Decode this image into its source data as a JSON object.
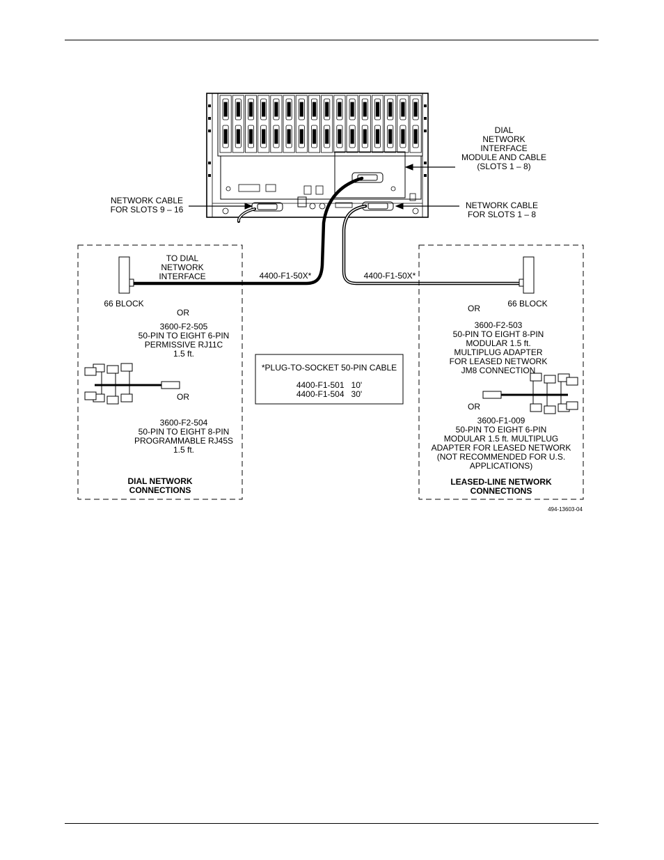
{
  "figure": {
    "figure_id": "494-13603-04",
    "dial_network_interface_label": [
      "DIAL",
      "NETWORK",
      "INTERFACE",
      "MODULE AND CABLE",
      "(SLOTS 1 – 8)"
    ],
    "network_cable_slots_9_16": [
      "NETWORK CABLE",
      "FOR SLOTS 9 – 16"
    ],
    "network_cable_slots_1_8": [
      "NETWORK CABLE",
      "FOR SLOTS 1 – 8"
    ],
    "cable_left_label": "4400-F1-50X*",
    "cable_right_label": "4400-F1-50X*",
    "dial_panel": {
      "to_dial": [
        "TO DIAL",
        "NETWORK",
        "INTERFACE"
      ],
      "block_label": "66 BLOCK",
      "or_1": "OR",
      "adapter_1": [
        "3600-F2-505",
        "50-PIN TO EIGHT 6-PIN",
        "PERMISSIVE RJ11C",
        "1.5 ft."
      ],
      "or_2": "OR",
      "adapter_2": [
        "3600-F2-504",
        "50-PIN TO EIGHT 8-PIN",
        "PROGRAMMABLE RJ45S",
        "1.5 ft."
      ],
      "title": [
        "DIAL NETWORK",
        "CONNECTIONS"
      ]
    },
    "leased_panel": {
      "block_label": "66 BLOCK",
      "or_1": "OR",
      "adapter_1": [
        "3600-F2-503",
        "50-PIN TO EIGHT 8-PIN",
        "MODULAR 1.5 ft.",
        "MULTIPLUG ADAPTER",
        "FOR LEASED NETWORK",
        "JM8 CONNECTION"
      ],
      "or_2": "OR",
      "adapter_2": [
        "3600-F1-009",
        "50-PIN TO EIGHT 6-PIN",
        "MODULAR 1.5 ft. MULTIPLUG",
        "ADAPTER FOR LEASED NETWORK",
        "(NOT RECOMMENDED FOR U.S.",
        "APPLICATIONS)"
      ],
      "title": [
        "LEASED-LINE NETWORK",
        "CONNECTIONS"
      ]
    },
    "cable_box": {
      "title": "*PLUG-TO-SOCKET 50-PIN CABLE",
      "rows": [
        "4400-F1-501   10'",
        "4400-F1-504   30'"
      ]
    }
  }
}
